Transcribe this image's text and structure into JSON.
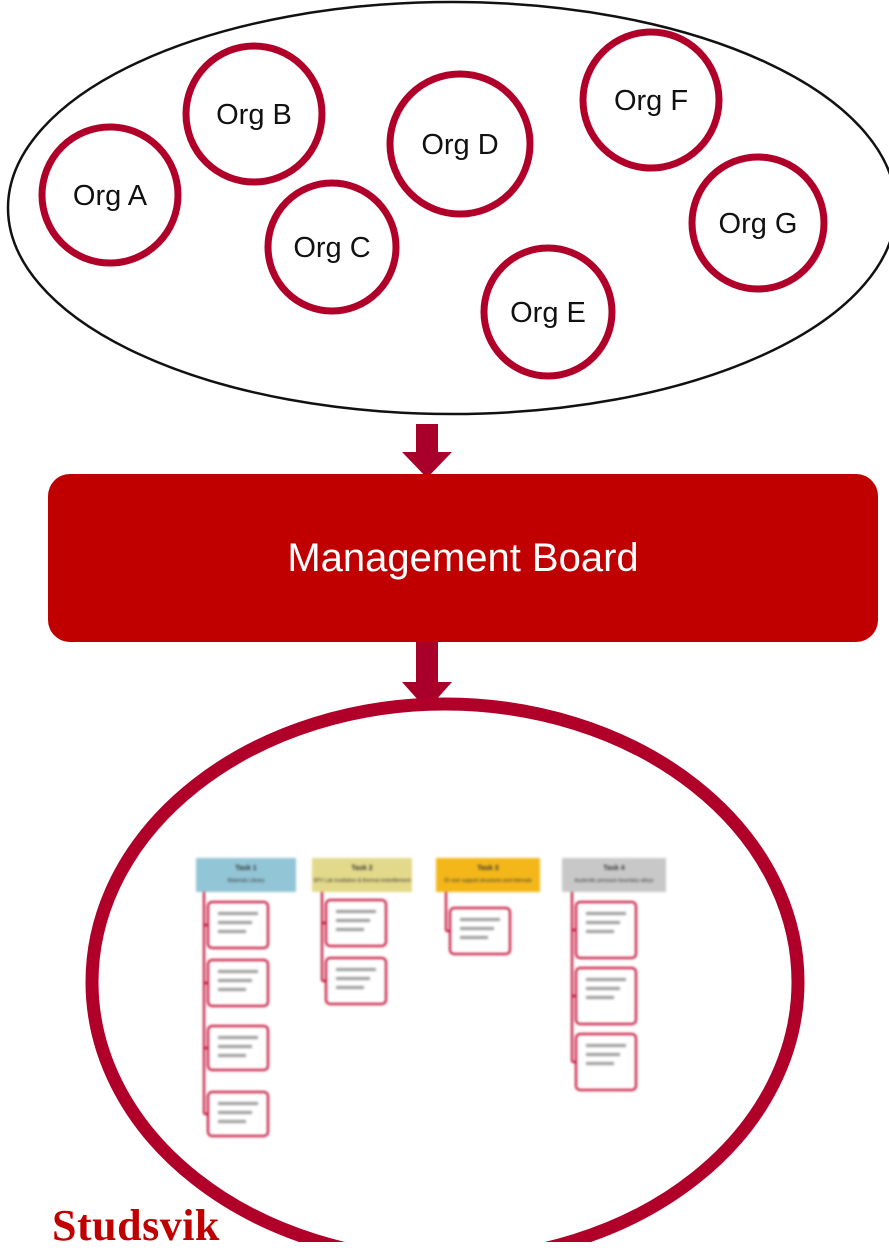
{
  "colors": {
    "accent": "#c00000",
    "org_ring": "#b0002a",
    "arrow": "#a8002a",
    "task_1": "#92c5d6",
    "task_2": "#e3d98a",
    "task_3": "#f3b71a",
    "task_4": "#c8c8c8"
  },
  "organisations": [
    {
      "label": "Org A"
    },
    {
      "label": "Org B"
    },
    {
      "label": "Org C"
    },
    {
      "label": "Org D"
    },
    {
      "label": "Org E"
    },
    {
      "label": "Org F"
    },
    {
      "label": "Org G"
    }
  ],
  "management_board": {
    "label": "Management Board"
  },
  "task_panel": {
    "tasks": [
      {
        "title": "Task 1",
        "subtitle": "Materials Library",
        "subtasks": 4
      },
      {
        "title": "Task 2",
        "subtitle": "SPV Lab irradiation & thermal embrittlement",
        "subtasks": 2
      },
      {
        "title": "Task 3",
        "subtitle": "ID core support structures and internals",
        "subtasks": 1
      },
      {
        "title": "Task 4",
        "subtitle": "Austenitic pressure boundary alloys",
        "subtasks": 3
      }
    ]
  },
  "logo": {
    "text": "Studsvik"
  }
}
